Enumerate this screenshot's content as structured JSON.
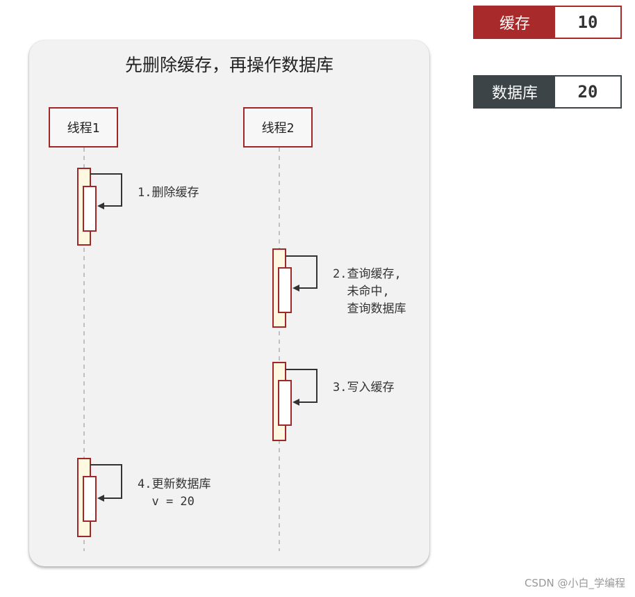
{
  "diagram": {
    "title": "先删除缓存，再操作数据库",
    "lifelines": [
      {
        "label": "线程1"
      },
      {
        "label": "线程2"
      }
    ],
    "steps": [
      {
        "label": "1.删除缓存"
      },
      {
        "label": "2.查询缓存,\n  未命中,\n  查询数据库"
      },
      {
        "label": "3.写入缓存"
      },
      {
        "label": "4.更新数据库\n  v = 20"
      }
    ]
  },
  "legend": {
    "cache": {
      "label": "缓存",
      "value": "10",
      "color": "#a82a2a"
    },
    "database": {
      "label": "数据库",
      "value": "20",
      "color": "#3c4447"
    }
  },
  "watermark": "CSDN @小白_学编程",
  "colors": {
    "lifeline_border": "#a02727",
    "activation_fill": "#fff8e0",
    "arrow": "#333333"
  }
}
